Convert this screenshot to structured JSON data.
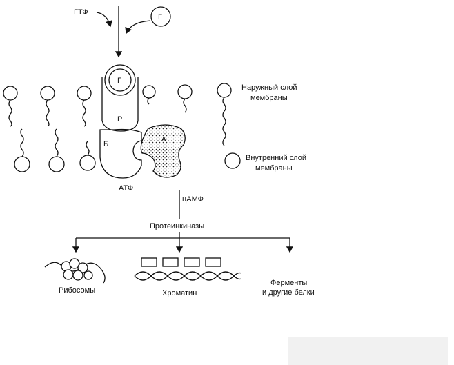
{
  "labels": {
    "gtp": "ГТФ",
    "g_free": "Г",
    "g_bound": "Г",
    "r": "Р",
    "b": "Б",
    "a": "А",
    "atp": "АТФ",
    "camp": "цАМФ",
    "protein_kinases": "Протеинкиназы",
    "outer_layer_1": "Наружный слой",
    "outer_layer_2": "мембраны",
    "inner_layer_1": "Внутренний слой",
    "inner_layer_2": "мембраны",
    "ribosomes": "Рибосомы",
    "chromatin": "Хроматин",
    "enzymes_1": "Ферменты",
    "enzymes_2": "и другие белки"
  },
  "colors": {
    "ink": "#111111",
    "footer_box": "#f1f1f1"
  }
}
